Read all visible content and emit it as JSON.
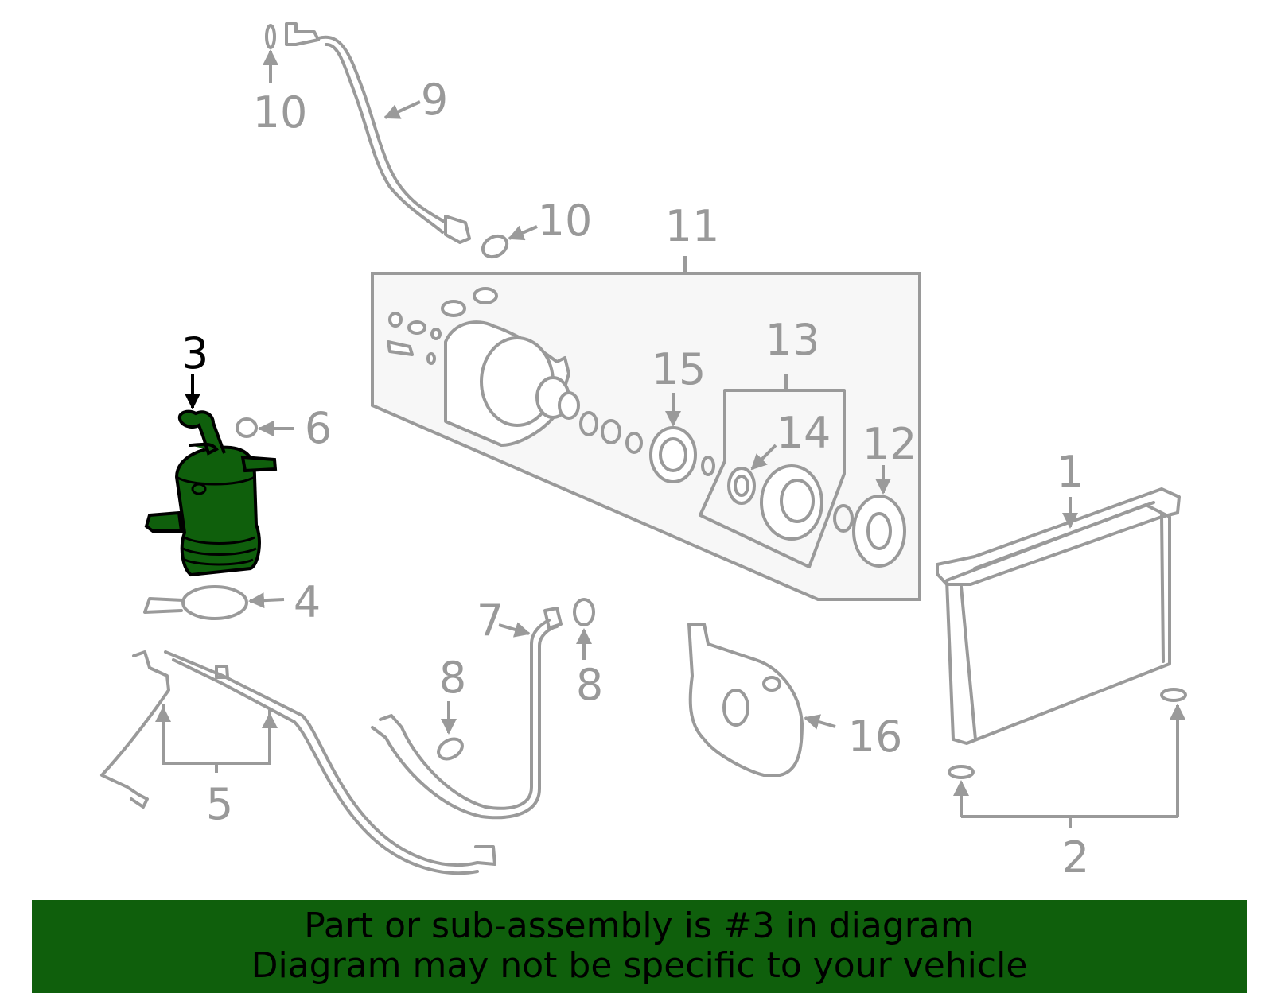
{
  "diagram": {
    "highlight_color": "#0f5f0c",
    "line_color": "#9a9a9a",
    "highlighted_part": "3",
    "callouts": [
      "1",
      "2",
      "3",
      "4",
      "5",
      "6",
      "7",
      "8",
      "8",
      "9",
      "10",
      "10",
      "11",
      "12",
      "13",
      "14",
      "15",
      "16"
    ]
  },
  "labels": {
    "c1": "1",
    "c2": "2",
    "c3": "3",
    "c4": "4",
    "c5": "5",
    "c6": "6",
    "c7": "7",
    "c8a": "8",
    "c8b": "8",
    "c9": "9",
    "c10a": "10",
    "c10b": "10",
    "c11": "11",
    "c12": "12",
    "c13": "13",
    "c14": "14",
    "c15": "15",
    "c16": "16"
  },
  "banner": {
    "line1": "Part or sub-assembly is #3 in diagram",
    "line2": "Diagram may not be specific to your vehicle",
    "background": "#0f5f0c"
  }
}
